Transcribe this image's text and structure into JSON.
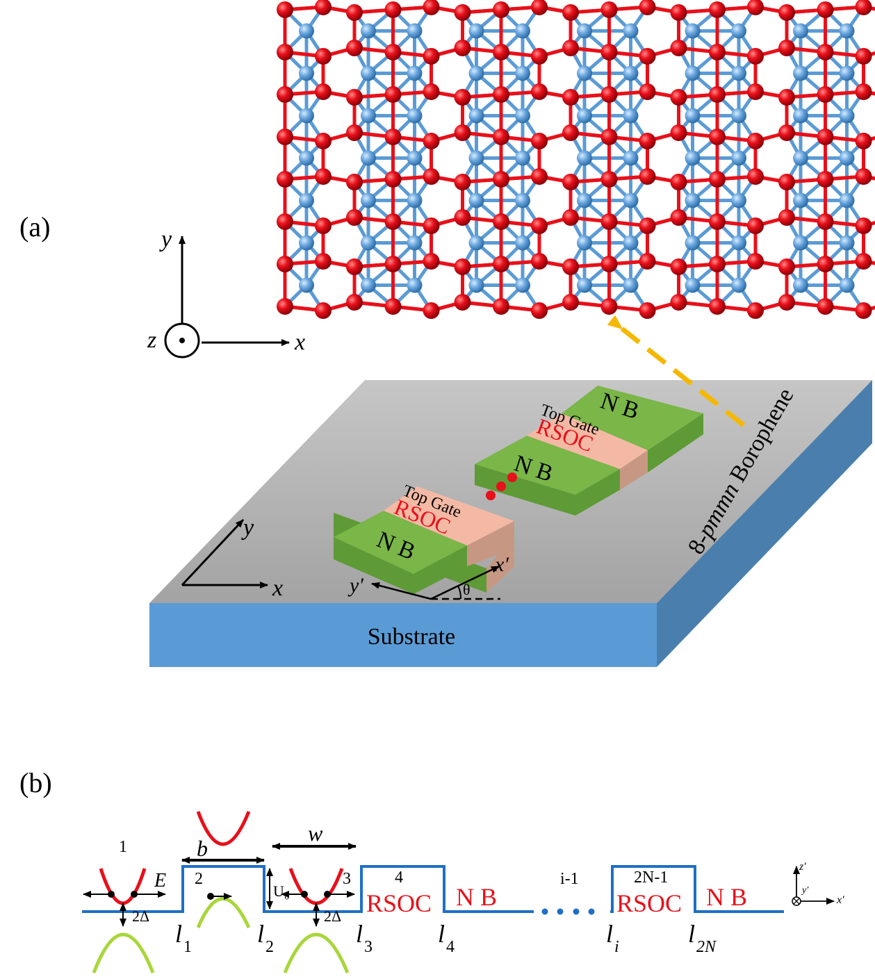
{
  "panel_a": {
    "label": "(a)",
    "axes_top": {
      "y": "y",
      "x": "x",
      "z": "z"
    },
    "axes_plane": {
      "y": "y",
      "x": "x"
    },
    "rotated_axes": {
      "x": "x′",
      "y": "y′",
      "theta": "θ"
    },
    "substrate_label": "Substrate",
    "material_label_prefix": "8-",
    "material_label_italic": "pmmn",
    "material_label_suffix": " Borophene",
    "block_nb": "N B",
    "top_gate": "Top Gate",
    "rsoc": "RSOC",
    "lattice": {
      "cols": 7,
      "rows": 7
    }
  },
  "panel_b": {
    "label": "(b)",
    "region_1": "1",
    "region_2": "2",
    "region_3": "3",
    "region_4": "4",
    "region_i1": "i-1",
    "region_2n1": "2N-1",
    "b": "b",
    "w": "w",
    "E": "E",
    "gap": "2Δ",
    "gap2": "2Δ",
    "U0": "U₀",
    "rsoc": "RSOC",
    "nb": "N B",
    "l1": "l",
    "l1s": "1",
    "l2": "l",
    "l2s": "2",
    "l3": "l",
    "l3s": "3",
    "l4": "l",
    "l4s": "4",
    "li": "l",
    "lis": "i",
    "l2N": "l",
    "l2Ns": "2N",
    "axis_z": "z′",
    "axis_y": "y′",
    "axis_x": "x′"
  },
  "colors": {
    "red_atom": "#e8101a",
    "blue_atom": "#5b9bd5",
    "substrate": "#5b9bd5",
    "surface": "#bdbdbd",
    "nb_green": "#7ab648",
    "rsoc_pink": "#f4b9a4",
    "arrow_orange": "#f5b800",
    "potential_blue": "#1f6fc5",
    "band_red": "#e8101a",
    "band_green": "#a8d63a"
  }
}
